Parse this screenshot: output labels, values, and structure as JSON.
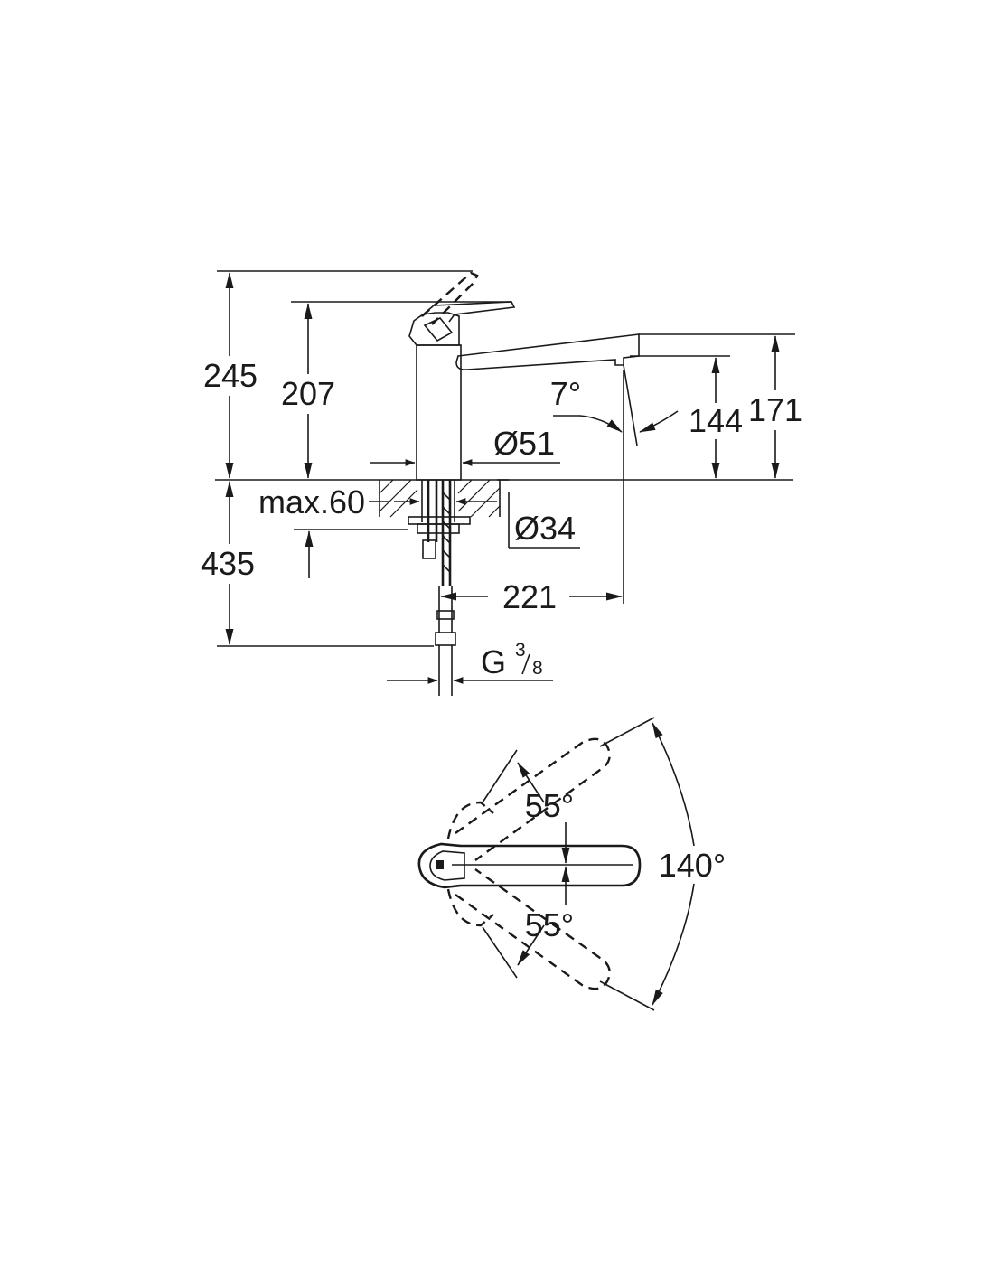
{
  "side_view": {
    "dims": {
      "total_height": "245",
      "spout_body_height": "207",
      "spout_angle": "7°",
      "outlet_height": "144",
      "spout_top_height": "171",
      "body_diameter": "Ø51",
      "deck_thickness": "max.60",
      "hole_diameter": "Ø34",
      "hose_length": "435",
      "spout_reach": "221",
      "thread_main": "G",
      "thread_num": "3",
      "thread_den": "8"
    }
  },
  "top_view": {
    "dims": {
      "swivel_upper": "55°",
      "swivel_lower": "55°",
      "swivel_total": "140°"
    }
  },
  "colors": {
    "line": "#1a1a1a",
    "background": "#ffffff"
  }
}
